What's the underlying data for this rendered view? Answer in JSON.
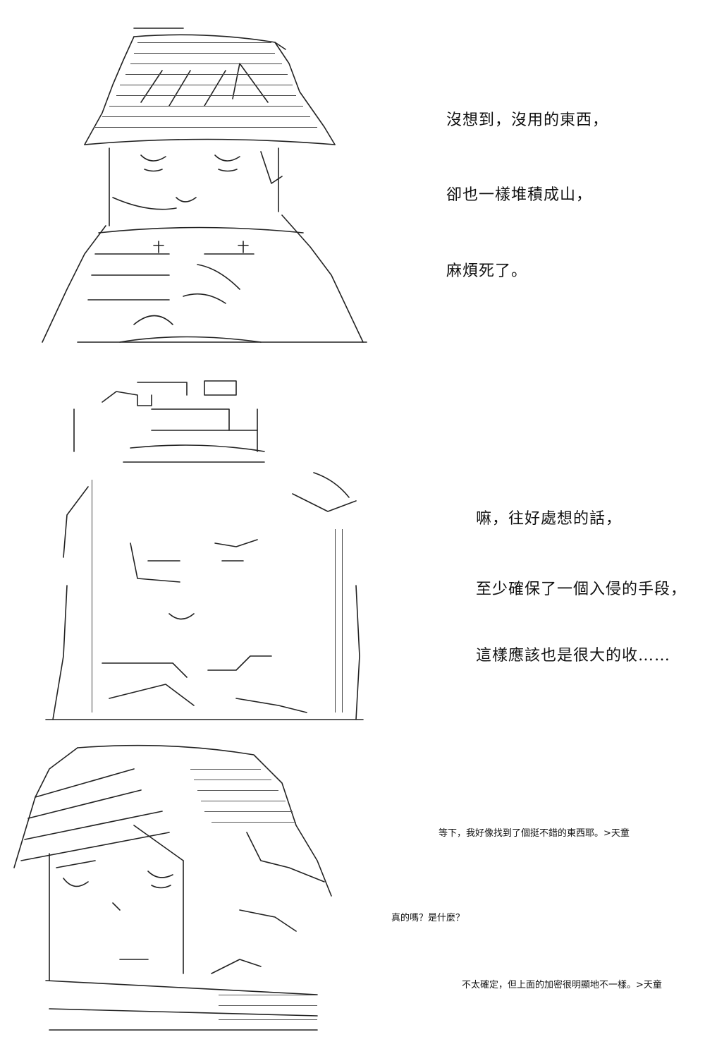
{
  "panels": [
    {
      "lines": [
        "沒想到，沒用的東西，",
        "卻也一樣堆積成山，",
        "麻煩死了。"
      ]
    },
    {
      "lines": [
        "嘛，往好處想的話，",
        "至少確保了一個入侵的手段，",
        "這樣應該也是很大的收……"
      ]
    },
    {
      "lines": [
        "等下，我好像找到了個挺不錯的東西耶。>天童",
        "真的嗎？是什麼？",
        "不太確定，但上面的加密很明顯地不一樣。>天童"
      ]
    }
  ]
}
